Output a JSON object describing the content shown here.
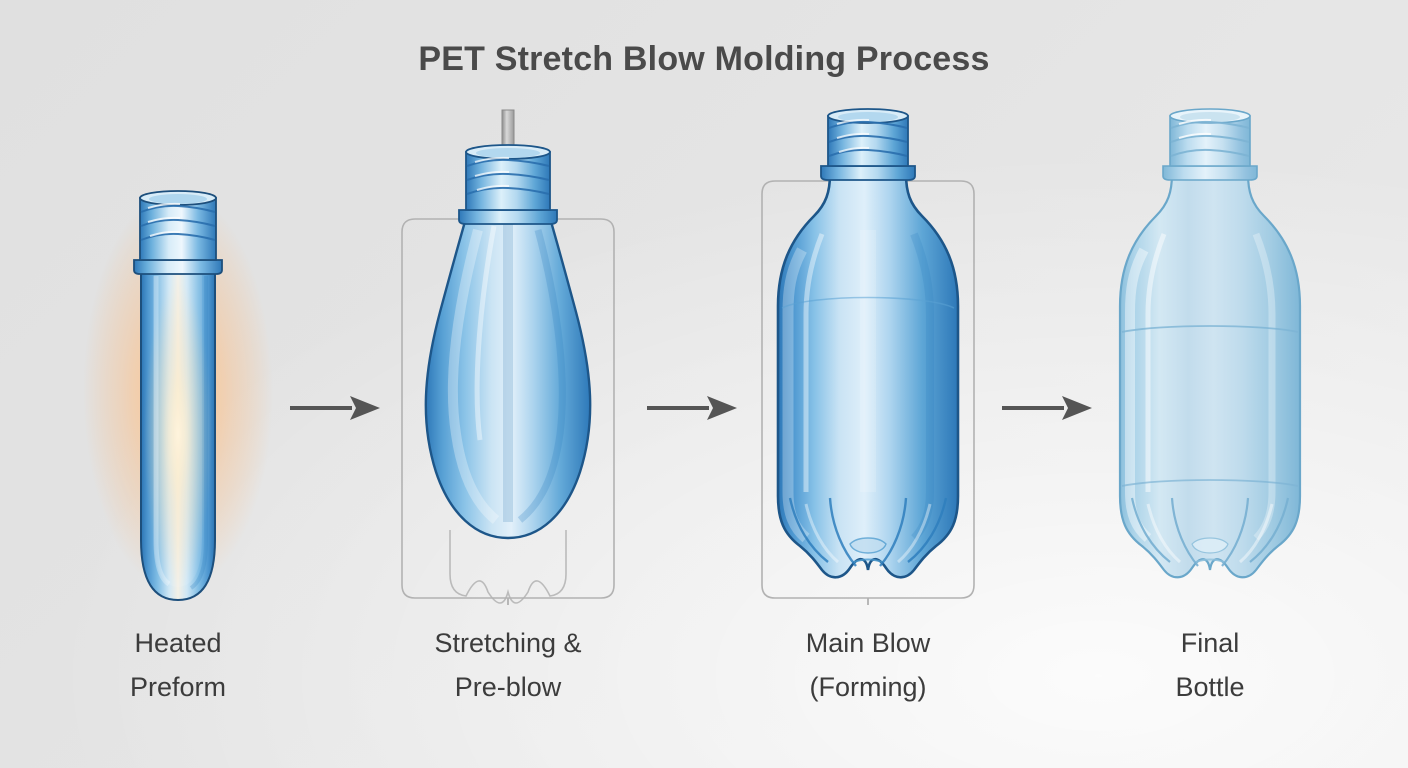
{
  "title": "PET Stretch Blow Molding Process",
  "background": {
    "base_color": "#e4e4e4",
    "highlight_color": "#eaeaea"
  },
  "colors": {
    "title_text": "#4a4a4a",
    "caption_text": "#3c3c3c",
    "arrow": "#555555",
    "mold_outline": "#b0b0b0",
    "pet_blue_dark": "#2f79b8",
    "pet_blue_mid": "#6fb1de",
    "pet_blue_light": "#bedcf0",
    "final_bottle_blue": "#c3dcec",
    "heat_glow_warm": "#ffb066",
    "stretch_rod": "#9a9a9a"
  },
  "stages": [
    {
      "id": "heated-preform",
      "caption": "Heated\nPreform",
      "has_mold": false,
      "has_stretch_rod": false,
      "has_heat_glow": true,
      "shape": "preform-tube"
    },
    {
      "id": "stretching-preblow",
      "caption": "Stretching &\nPre-blow",
      "has_mold": true,
      "has_stretch_rod": true,
      "has_heat_glow": false,
      "shape": "bulbous-partial-blow"
    },
    {
      "id": "main-blow-forming",
      "caption": "Main Blow\n(Forming)",
      "has_mold": true,
      "has_stretch_rod": false,
      "has_heat_glow": false,
      "shape": "full-bottle-petaloid"
    },
    {
      "id": "final-bottle",
      "caption": "Final\nBottle",
      "has_mold": false,
      "has_stretch_rod": false,
      "has_heat_glow": false,
      "shape": "full-bottle-petaloid-pale"
    }
  ],
  "arrows": [
    {
      "id": "arrow-1-2",
      "direction": "right"
    },
    {
      "id": "arrow-2-3",
      "direction": "right"
    },
    {
      "id": "arrow-3-4",
      "direction": "right"
    }
  ]
}
